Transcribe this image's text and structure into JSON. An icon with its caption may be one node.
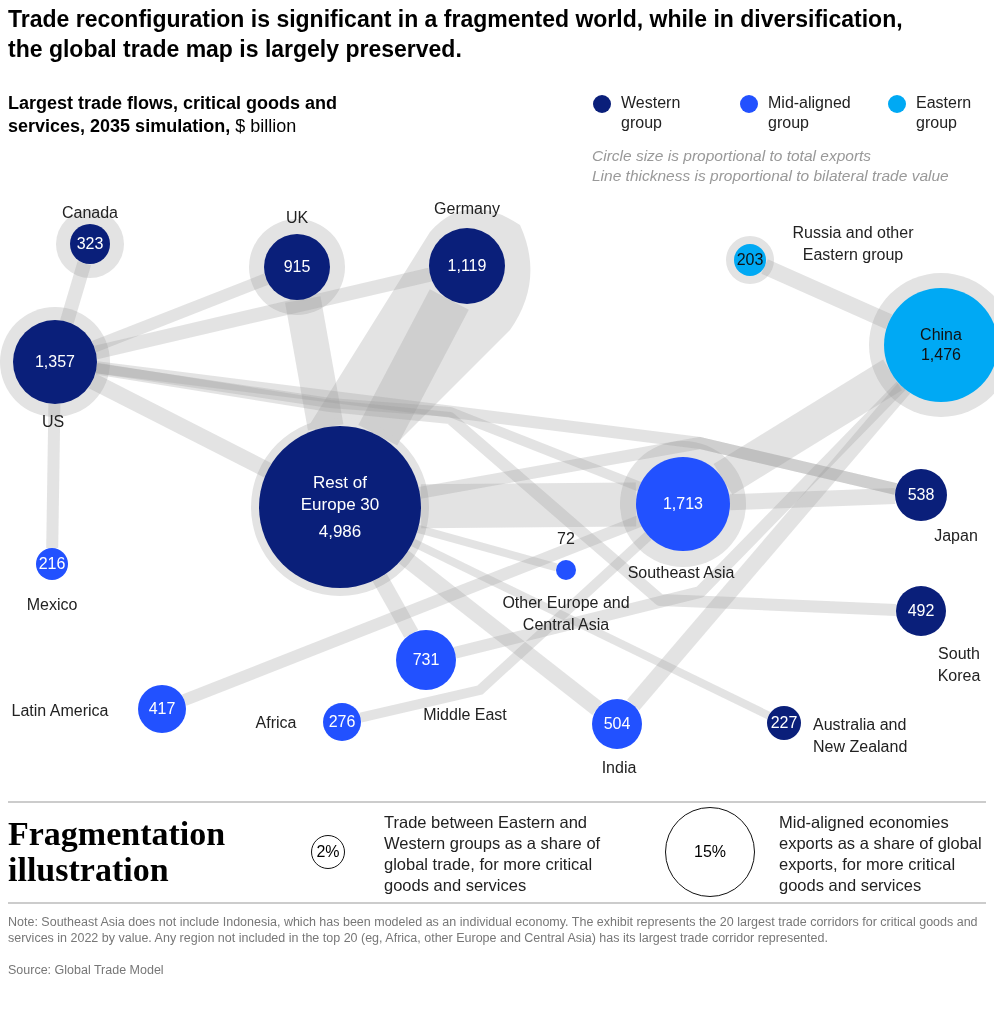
{
  "diagram": {
    "title": "Trade reconfiguration is significant in a fragmented world, while in diversification, the global trade map is largely preserved.",
    "nodes": [
      {
        "text": [
          "Canada",
          "323"
        ]
      },
      {
        "text": [
          "UK",
          "915"
        ]
      },
      {
        "text": [
          "Germany",
          "1,119"
        ]
      },
      {
        "text": [
          "1,357",
          "US"
        ]
      },
      {
        "text": [
          "203",
          "Russia and other Eastern group"
        ]
      },
      {
        "text": [
          "China",
          "1,476"
        ]
      },
      {
        "text": [
          "Rest of Europe 30",
          "4,986"
        ]
      },
      {
        "text": [
          "1,713",
          "Southeast Asia"
        ]
      },
      {
        "text": [
          "538",
          "Japan"
        ]
      },
      {
        "text": [
          "216",
          "Mexico"
        ]
      },
      {
        "text": [
          "72",
          "Other Europe and Central Asia"
        ]
      },
      {
        "text": [
          "492",
          "South Korea"
        ]
      },
      {
        "text": [
          "Latin America",
          "417"
        ]
      },
      {
        "text": [
          "Africa",
          "276"
        ]
      },
      {
        "text": [
          "731",
          "Middle East"
        ]
      },
      {
        "text": [
          "504",
          "India"
        ]
      },
      {
        "text": [
          "227",
          "Australia and New Zealand"
        ]
      },
      {
        "text": [
          "2%"
        ],
        "beside": [
          "Trade between Eastern and Western groups as a share of global trade, for more critical goods and services"
        ]
      },
      {
        "text": [
          "15%"
        ],
        "beside": [
          "Mid-aligned economies exports as a share of global exports, for more critical goods and services"
        ]
      }
    ],
    "edges": [
      {
        "from": 0,
        "to": 3,
        "arrow": "none"
      },
      {
        "from": 3,
        "to": 9,
        "arrow": "none"
      },
      {
        "from": 3,
        "to": 1,
        "arrow": "none"
      },
      {
        "from": 3,
        "to": 2,
        "arrow": "none"
      },
      {
        "from": 3,
        "to": 6,
        "arrow": "none"
      },
      {
        "from": 3,
        "to": 8,
        "arrow": "none"
      },
      {
        "from": 3,
        "to": 7,
        "arrow": "none"
      },
      {
        "from": 3,
        "to": 11,
        "arrow": "none"
      },
      {
        "from": 1,
        "to": 6,
        "arrow": "none",
        "style": "thick"
      },
      {
        "from": 2,
        "to": 6,
        "arrow": "none",
        "style": "thick"
      },
      {
        "from": 4,
        "to": 5,
        "arrow": "none"
      },
      {
        "from": 5,
        "to": 7,
        "arrow": "none",
        "style": "thick"
      },
      {
        "from": 12,
        "to": 7,
        "arrow": "none"
      },
      {
        "from": 5,
        "to": 15,
        "arrow": "none"
      },
      {
        "from": 5,
        "to": 14,
        "arrow": "none"
      },
      {
        "from": 6,
        "to": 7,
        "arrow": "none",
        "style": "thick"
      },
      {
        "from": 6,
        "to": 8,
        "arrow": "none"
      },
      {
        "from": 6,
        "to": 14,
        "arrow": "none"
      },
      {
        "from": 6,
        "to": 15,
        "arrow": "none"
      },
      {
        "from": 6,
        "to": 16,
        "arrow": "none"
      },
      {
        "from": 6,
        "to": 10,
        "arrow": "none"
      },
      {
        "from": 13,
        "to": 7,
        "arrow": "none"
      },
      {
        "from": 7,
        "to": 8,
        "arrow": "none"
      }
    ],
    "labels": [
      "**Largest trade flows, critical goods and services, 2035 simulation,** $ billion",
      "Circle size is proportional to total exports",
      "Line thickness is proportional to bilateral trade value",
      "Fragmentation illustration",
      "Note: Southeast Asia does not include Indonesia, which has been modeled as an individual economy. The exhibit represents the 20 largest trade corridors for critical goods and services in 2022 by value. Any region not included in the top 20 (eg, Africa, other Europe and Central Asia) has its largest trade corridor represented.",
      "Source: Global Trade Model"
    ],
    "legend": [
      {
        "text": "Western group",
        "color": "#0a1f7a"
      },
      {
        "text": "Mid-aligned group",
        "color": "#2251ff"
      },
      {
        "text": "Eastern group",
        "color": "#00a9f4"
      }
    ]
  }
}
